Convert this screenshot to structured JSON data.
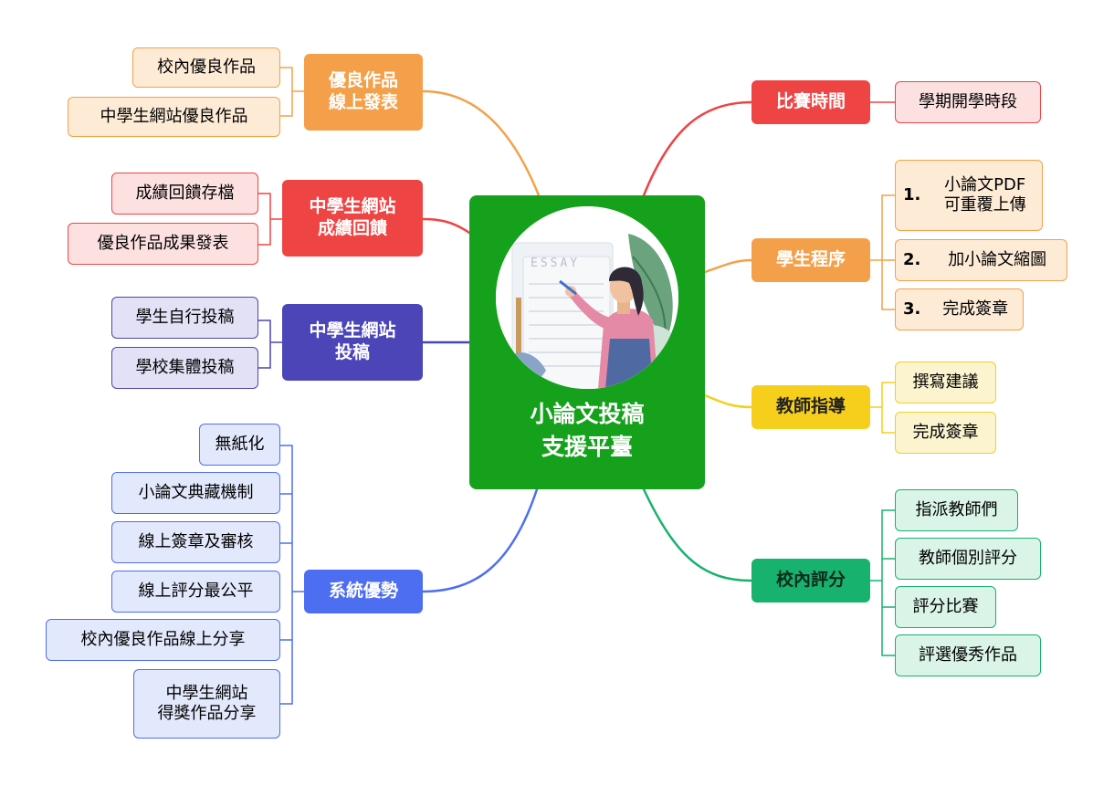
{
  "center": {
    "title": "小論文投稿\n支援平臺",
    "illustration_icon": "woman-writing-essay-icon",
    "board_text": "ESSAY"
  },
  "colors": {
    "center": "#16a11d",
    "orange": "#f4a04a",
    "orange_leaf": "#fdebd6",
    "red": "#ef4444",
    "red_leaf": "#fde1e1",
    "indigo": "#4b45b8",
    "indigo_leaf": "#e2e1f6",
    "blue": "#4e6ef2",
    "blue_leaf": "#e3e9fc",
    "yellow": "#f5cf1c",
    "yellow_leaf": "#fcf4cf",
    "green": "#16b26e",
    "green_leaf": "#daf5e8"
  },
  "branches": {
    "works": {
      "label": "優良作品\n線上發表",
      "items": [
        "校內優良作品",
        "中學生網站優良作品"
      ]
    },
    "feedback": {
      "label": "中學生網站\n成績回饋",
      "items": [
        "成績回饋存檔",
        "優良作品成果發表"
      ]
    },
    "submit": {
      "label": "中學生網站\n投稿",
      "items": [
        "學生自行投稿",
        "學校集體投稿"
      ]
    },
    "advantages": {
      "label": "系統優勢",
      "items": [
        "無紙化",
        "小論文典藏機制",
        "線上簽章及審核",
        "線上評分最公平",
        "校內優良作品線上分享",
        "中學生網站\n得獎作品分享"
      ]
    },
    "time": {
      "label": "比賽時間",
      "items": [
        "學期開學時段"
      ]
    },
    "procedure": {
      "label": "學生程序",
      "items": [
        {
          "num": "1.",
          "text": "小論文PDF\n可重覆上傳"
        },
        {
          "num": "2.",
          "text": "加小論文縮圖"
        },
        {
          "num": "3.",
          "text": "完成簽章"
        }
      ]
    },
    "teacher": {
      "label": "教師指導",
      "items": [
        "撰寫建議",
        "完成簽章"
      ]
    },
    "grading": {
      "label": "校內評分",
      "items": [
        "指派教師們",
        "教師個別評分",
        "評分比賽",
        "評選優秀作品"
      ]
    }
  }
}
